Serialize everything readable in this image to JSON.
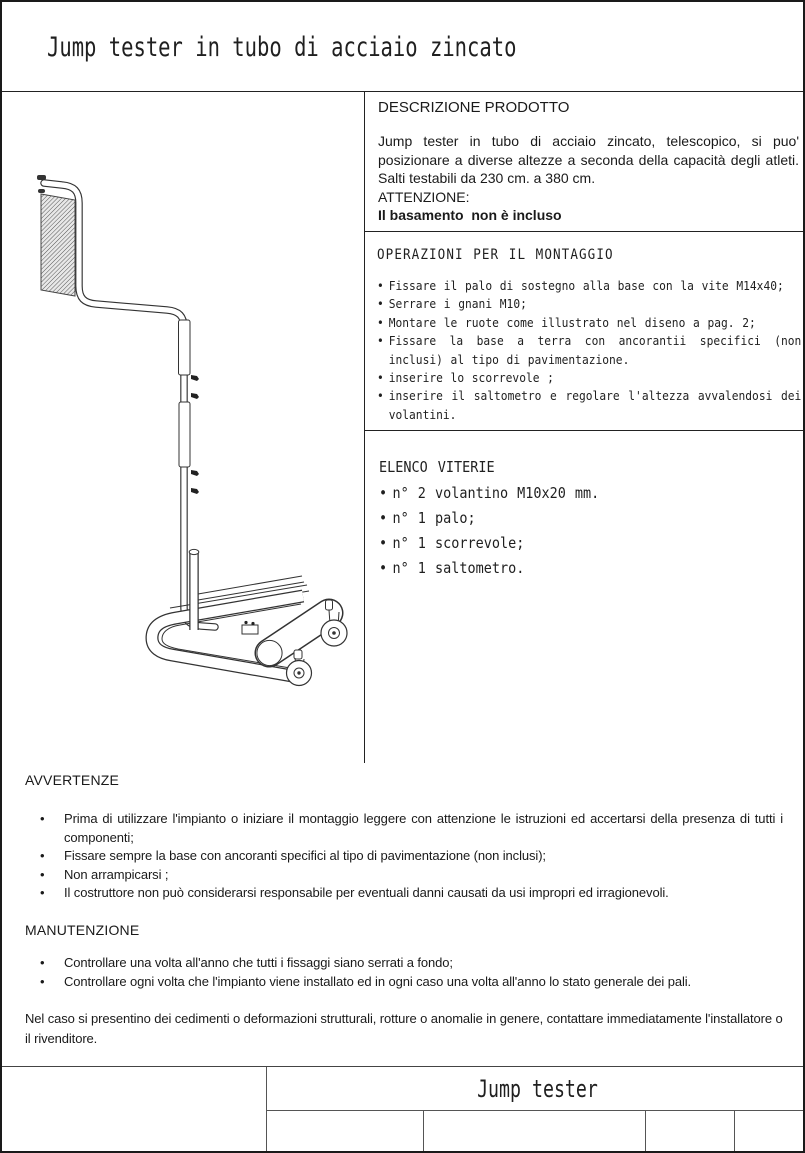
{
  "page": {
    "title": "Jump tester in tubo di acciaio zincato"
  },
  "description": {
    "heading": "DESCRIZIONE PRODOTTO",
    "body": "Jump tester in tubo di acciaio zincato, telescopico, si puo' posizionare a diverse altezze a seconda della capacità degli atleti. Salti testabili da 230 cm. a 380 cm.",
    "attention_label": "ATTENZIONE:",
    "attention_bold": "Il basamento  non è incluso"
  },
  "assembly": {
    "heading": "OPERAZIONI PER IL MONTAGGIO",
    "steps": [
      "Fissare il palo di sostegno alla base con la vite M14x40;",
      "Serrare i gnani M10;",
      "Montare le ruote come illustrato nel diseno a pag. 2;",
      "Fissare la base a terra con ancorantii specifici (non inclusi) al tipo di pavimentazione.",
      "inserire lo scorrevole ;",
      "inserire il saltometro e regolare l'altezza avvalendosi dei volantini."
    ]
  },
  "parts": {
    "heading": "ELENCO VITERIE",
    "items": [
      "n° 2 volantino M10x20 mm.",
      "n° 1 palo;",
      "n° 1 scorrevole;",
      "n° 1 saltometro."
    ]
  },
  "warnings": {
    "heading": "AVVERTENZE",
    "items": [
      "Prima di utilizzare l'impianto o iniziare il montaggio leggere con attenzione le istruzioni ed accertarsi della presenza di tutti i componenti;",
      "Fissare sempre la base con ancoranti specifici  al tipo di pavimentazione (non inclusi);",
      "Non arrampicarsi ;",
      "Il costruttore non può considerarsi responsabile per eventuali danni causati da usi impropri ed irragionevoli."
    ]
  },
  "maintenance": {
    "heading": "MANUTENZIONE",
    "items": [
      "Controllare una volta all'anno che tutti i fissaggi siano serrati a fondo;",
      "Controllare ogni volta che l'impianto viene installato ed in ogni caso una volta all'anno lo stato generale dei pali."
    ],
    "note": "Nel caso si presentino dei cedimenti o deformazioni strutturali, rotture o anomalie in genere, contattare immediatamente l'installatore o il rivenditore."
  },
  "title_block": {
    "product_name": "Jump tester"
  }
}
